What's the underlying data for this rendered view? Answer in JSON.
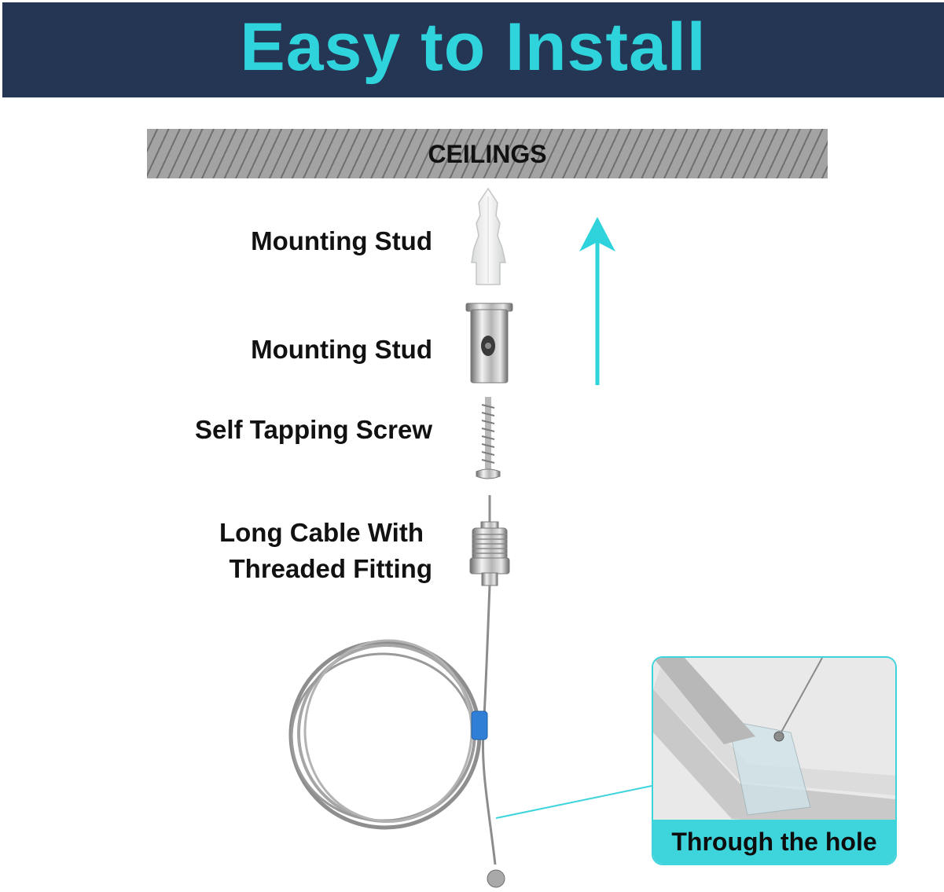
{
  "title": "Easy to Install",
  "ceiling": {
    "label": "CEILINGS"
  },
  "parts": {
    "stud_plastic": "Mounting Stud",
    "stud_metal": "Mounting Stud",
    "screw": "Self Tapping Screw",
    "cable_line1": "Long Cable With",
    "cable_line2": "Threaded Fitting"
  },
  "inset": {
    "caption": "Through the hole"
  },
  "colors": {
    "banner_bg": "#243654",
    "accent": "#2fd3dc",
    "ceiling_fill": "#a3a3a3",
    "cable_sleeve": "#2f7fd6"
  },
  "icons": [
    "anchor-plug-icon",
    "barrel-stud-icon",
    "screw-icon",
    "threaded-fitting-icon",
    "cable-coil-icon",
    "up-arrow-icon"
  ]
}
